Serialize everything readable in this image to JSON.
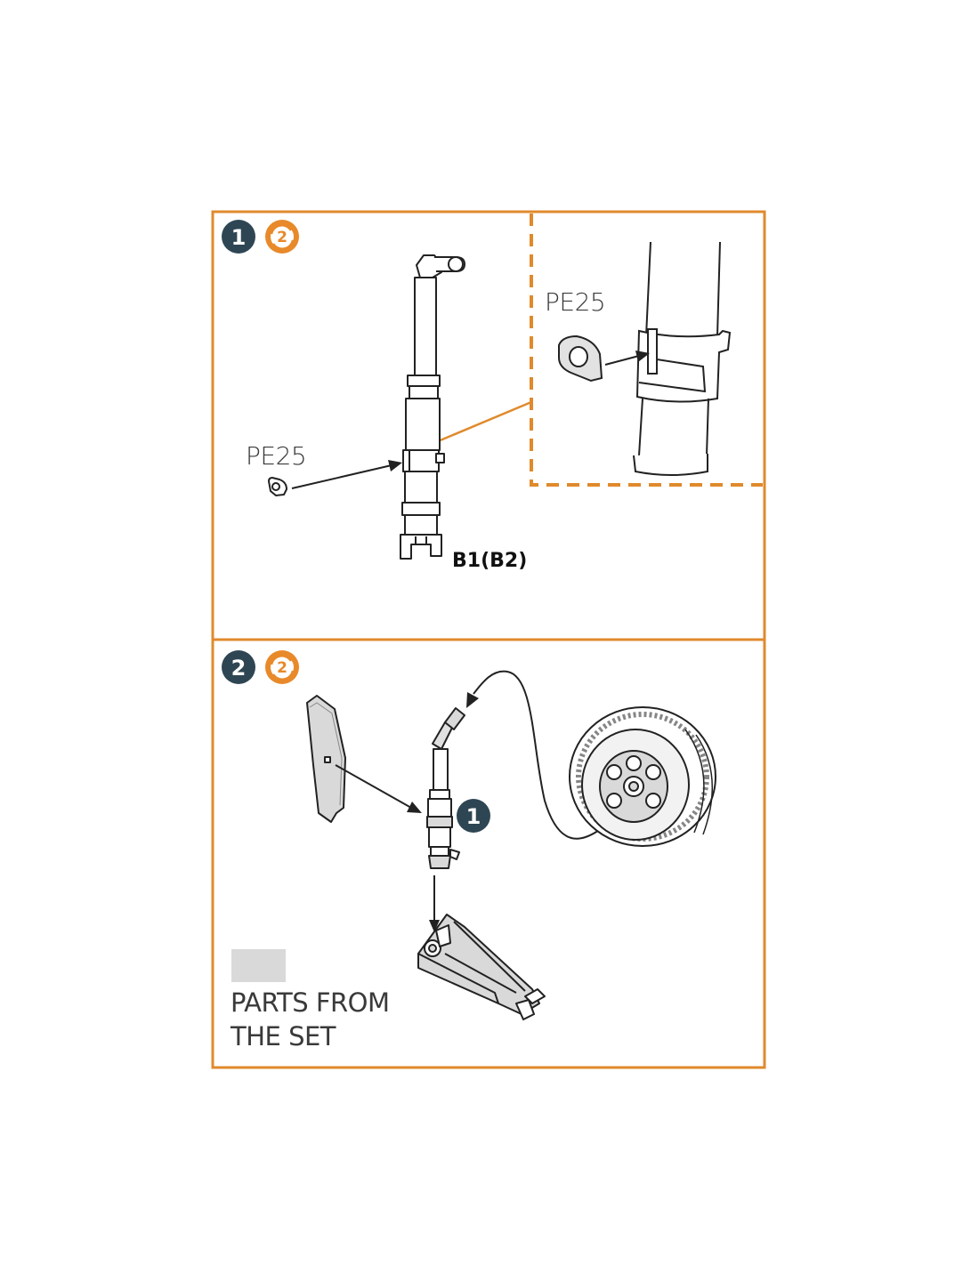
{
  "colors": {
    "frame": "#e08a2c",
    "badge_dark": "#2e4654",
    "badge_orange": "#e8892a",
    "line": "#222222",
    "part_fill": "#ffffff",
    "set_part_fill": "#d9d9d9"
  },
  "step1": {
    "number": "1",
    "repeat_badge": "2",
    "part_label": "PE25",
    "detail_part_label": "PE25",
    "strut_label": "B1(B2)"
  },
  "step2": {
    "number": "2",
    "repeat_badge": "2",
    "subassembly_ref": "1"
  },
  "legend": {
    "line1": "PARTS FROM",
    "line2": "THE SET"
  },
  "icons": {
    "repeat": "repeat-icon"
  }
}
